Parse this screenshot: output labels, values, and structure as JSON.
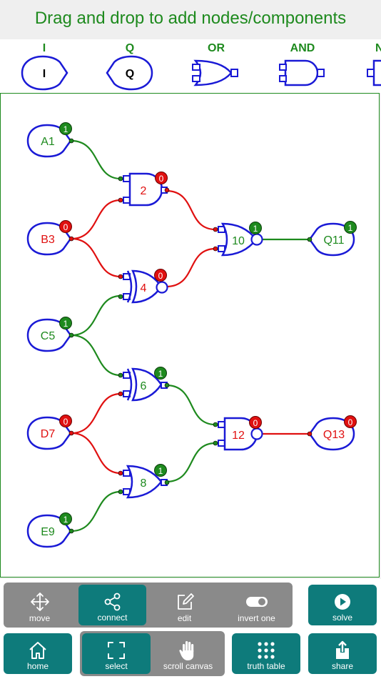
{
  "header": {
    "title": "Drag and drop to add nodes/components"
  },
  "palette": {
    "items": [
      {
        "label": "I",
        "symbol": "I"
      },
      {
        "label": "Q",
        "symbol": "Q"
      },
      {
        "label": "OR"
      },
      {
        "label": "AND"
      },
      {
        "label": "N"
      }
    ]
  },
  "circuit": {
    "inputs": [
      {
        "name": "A1",
        "value": "1"
      },
      {
        "name": "B3",
        "value": "0"
      },
      {
        "name": "C5",
        "value": "1"
      },
      {
        "name": "D7",
        "value": "0"
      },
      {
        "name": "E9",
        "value": "1"
      }
    ],
    "gates": [
      {
        "id": "2",
        "kind": "AND",
        "value": "0"
      },
      {
        "id": "4",
        "kind": "XNOR",
        "value": "0"
      },
      {
        "id": "6",
        "kind": "XOR",
        "value": "1"
      },
      {
        "id": "8",
        "kind": "OR",
        "value": "1"
      },
      {
        "id": "10",
        "kind": "NOR",
        "value": "1"
      },
      {
        "id": "12",
        "kind": "NAND",
        "value": "0"
      }
    ],
    "outputs": [
      {
        "name": "Q11",
        "value": "1"
      },
      {
        "name": "Q13",
        "value": "0"
      }
    ]
  },
  "colors": {
    "green": "#1e8a1e",
    "red": "#e01010",
    "blue": "#1a1ad6",
    "teal": "#0e7b7b",
    "gray": "#8a8a8a"
  },
  "toolbar": {
    "row1": [
      {
        "label": "move",
        "icon": "move-icon",
        "active": false
      },
      {
        "label": "connect",
        "icon": "connect-icon",
        "active": true
      },
      {
        "label": "edit",
        "icon": "edit-icon",
        "active": false
      },
      {
        "label": "invert one",
        "icon": "toggle-icon",
        "active": false
      },
      {
        "label": "solve",
        "icon": "play-icon",
        "active": true
      }
    ],
    "row2": [
      {
        "label": "home",
        "icon": "home-icon",
        "active": true
      },
      {
        "label": "select",
        "icon": "select-icon",
        "active": true
      },
      {
        "label": "scroll canvas",
        "icon": "hand-icon",
        "active": false
      },
      {
        "label": "truth table",
        "icon": "grid-icon",
        "active": true
      },
      {
        "label": "share",
        "icon": "share-icon",
        "active": true
      }
    ]
  }
}
